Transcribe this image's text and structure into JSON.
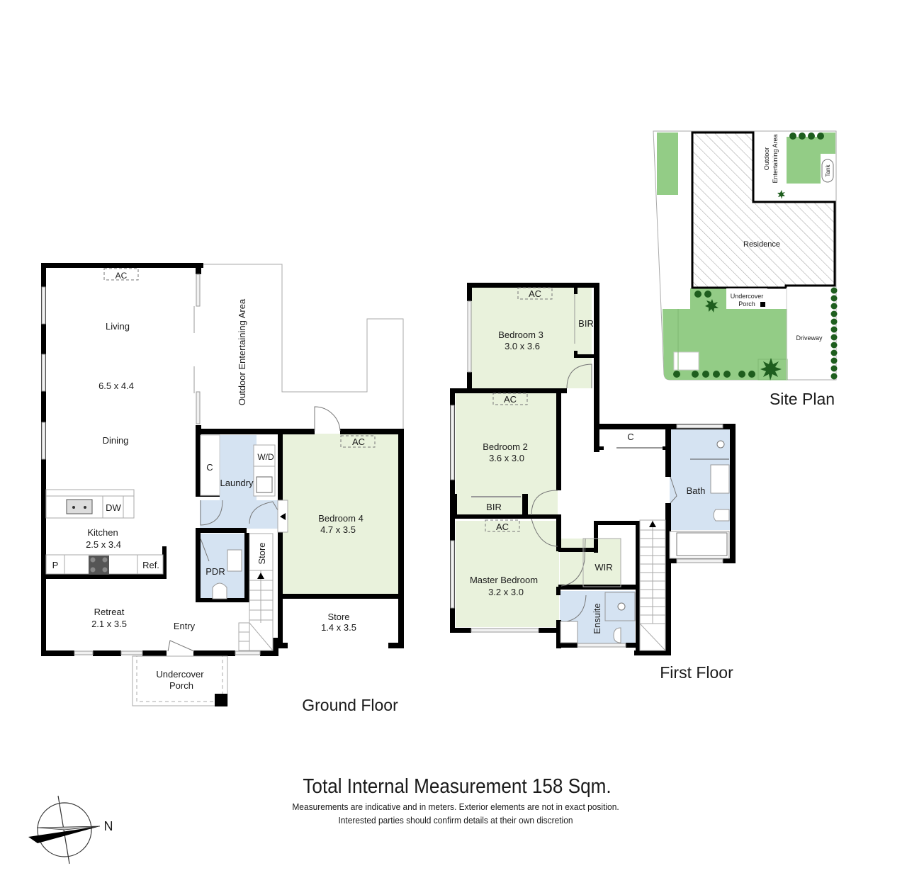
{
  "colors": {
    "wall": "#000000",
    "bedroom_fill": "#e9f2dc",
    "wet_fill": "#d5e3f2",
    "lawn": "#93cc86",
    "tree": "#1e5e1e",
    "hatch": "#999999"
  },
  "ground_floor": {
    "label": "Ground Floor",
    "rooms": {
      "living": {
        "name": "Living",
        "ac": "AC"
      },
      "living_dim": "6.5 x 4.4",
      "dining": "Dining",
      "kitchen": {
        "name": "Kitchen",
        "dim": "2.5 x 3.4",
        "dw": "DW",
        "pantry": "P",
        "fridge": "Ref."
      },
      "retreat": {
        "name": "Retreat",
        "dim": "2.1 x 3.5"
      },
      "entry": "Entry",
      "porch": {
        "line1": "Undercover",
        "line2": "Porch"
      },
      "outdoor": "Outdoor Entertaining Area",
      "cupboard": "C",
      "laundry": "Laundry",
      "wd": "W/D",
      "pdr": "PDR",
      "understair_store": "Store",
      "bedroom4": {
        "name": "Bedroom 4",
        "dim": "4.7 x 3.5",
        "ac": "AC"
      },
      "store": {
        "name": "Store",
        "dim": "1.4 x 3.5"
      }
    }
  },
  "first_floor": {
    "label": "First Floor",
    "rooms": {
      "bedroom3": {
        "name": "Bedroom 3",
        "dim": "3.0 x 3.6",
        "ac": "AC",
        "bir": "BIR"
      },
      "bedroom2": {
        "name": "Bedroom 2",
        "dim": "3.6 x 3.0",
        "ac": "AC",
        "bir": "BIR"
      },
      "master": {
        "name": "Master Bedroom",
        "dim": "3.2 x 3.0",
        "ac": "AC"
      },
      "wir": "WIR",
      "ensuite": "Ensuite",
      "cupboard": "C",
      "bath": "Bath"
    }
  },
  "site_plan": {
    "label": "Site Plan",
    "residence": "Residence",
    "outdoor_line1": "Outdoor",
    "outdoor_line2": "Entertaining Area",
    "tank": "Tank",
    "porch_line1": "Undercover",
    "porch_line2": "Porch",
    "driveway": "Driveway"
  },
  "compass": {
    "north": "N"
  },
  "footer": {
    "title": "Total Internal Measurement 158 Sqm.",
    "note1": "Measurements are indicative and in meters. Exterior elements are not in exact position.",
    "note2": "Interested parties should confirm details at their own discretion"
  }
}
